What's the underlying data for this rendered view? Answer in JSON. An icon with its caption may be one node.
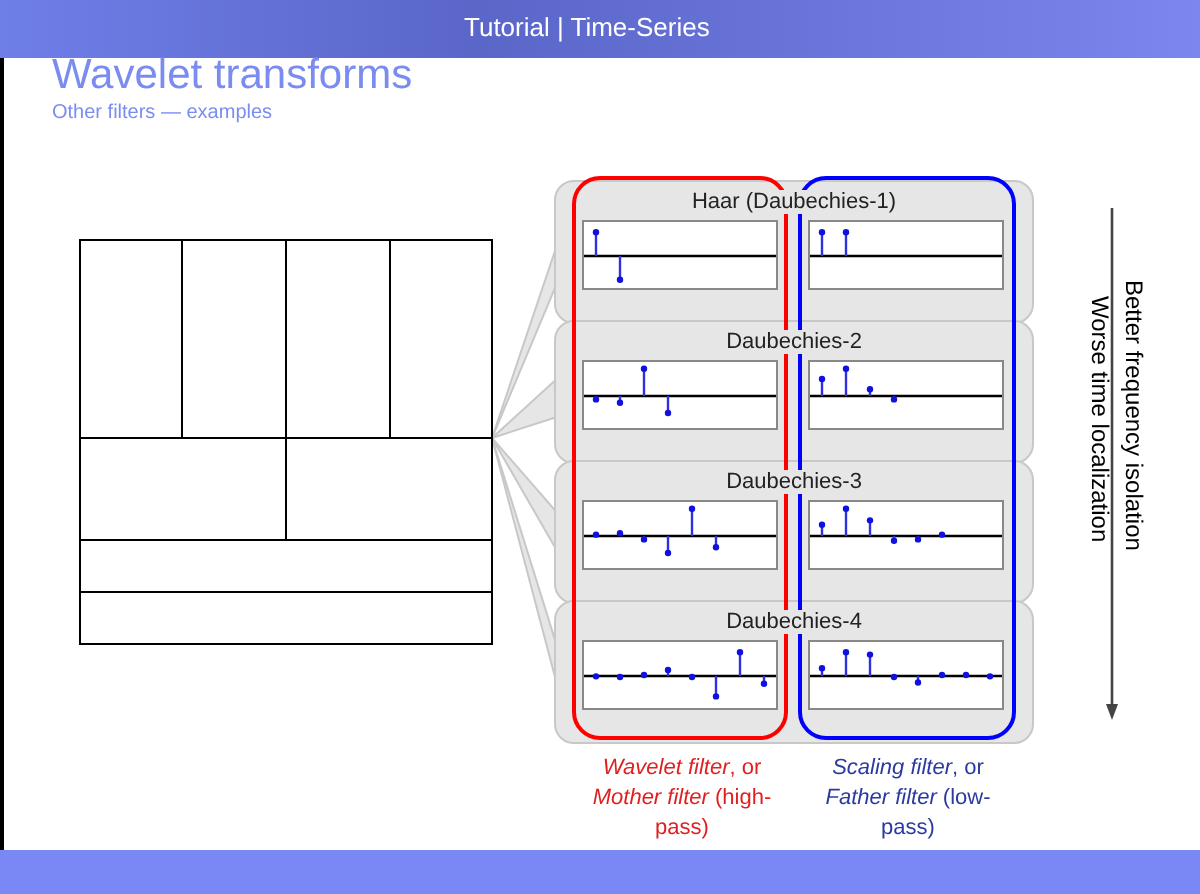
{
  "diagram": {
    "title": "Wavelet transforms",
    "nodes": [
      {
        "text": [
          "Haar (Daubechies-1)"
        ]
      },
      {
        "text": [
          "Daubechies-2"
        ]
      },
      {
        "text": [
          "Daubechies-3"
        ]
      },
      {
        "text": [
          "Daubechies-4"
        ]
      }
    ],
    "edges": [],
    "labels": [
      "Tutorial | Time-Series",
      "Other filters — examples",
      "Better frequency isolation",
      "Worse time localization",
      "*Wavelet filter*, or *Mother filter* (high-pass)",
      "*Scaling filter*, or *Father filter* (low-pass)"
    ]
  }
}
